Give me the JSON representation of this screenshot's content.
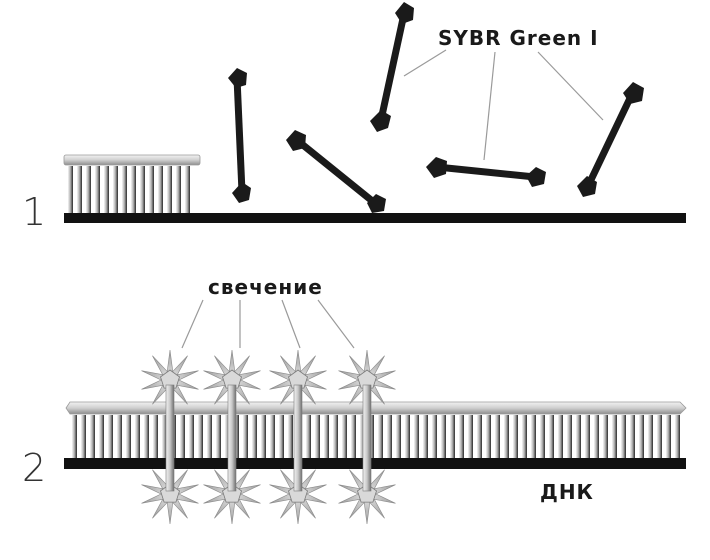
{
  "panels": [
    {
      "number": "1"
    },
    {
      "number": "2"
    }
  ],
  "labels": {
    "dye": "SYBR Green I",
    "glow": "свечение",
    "dna": "ДНК"
  },
  "colors": {
    "strand": "#111111",
    "probe": "#1a1a1a",
    "star": "#bdbdbd",
    "leader": "#9a9a9a"
  }
}
